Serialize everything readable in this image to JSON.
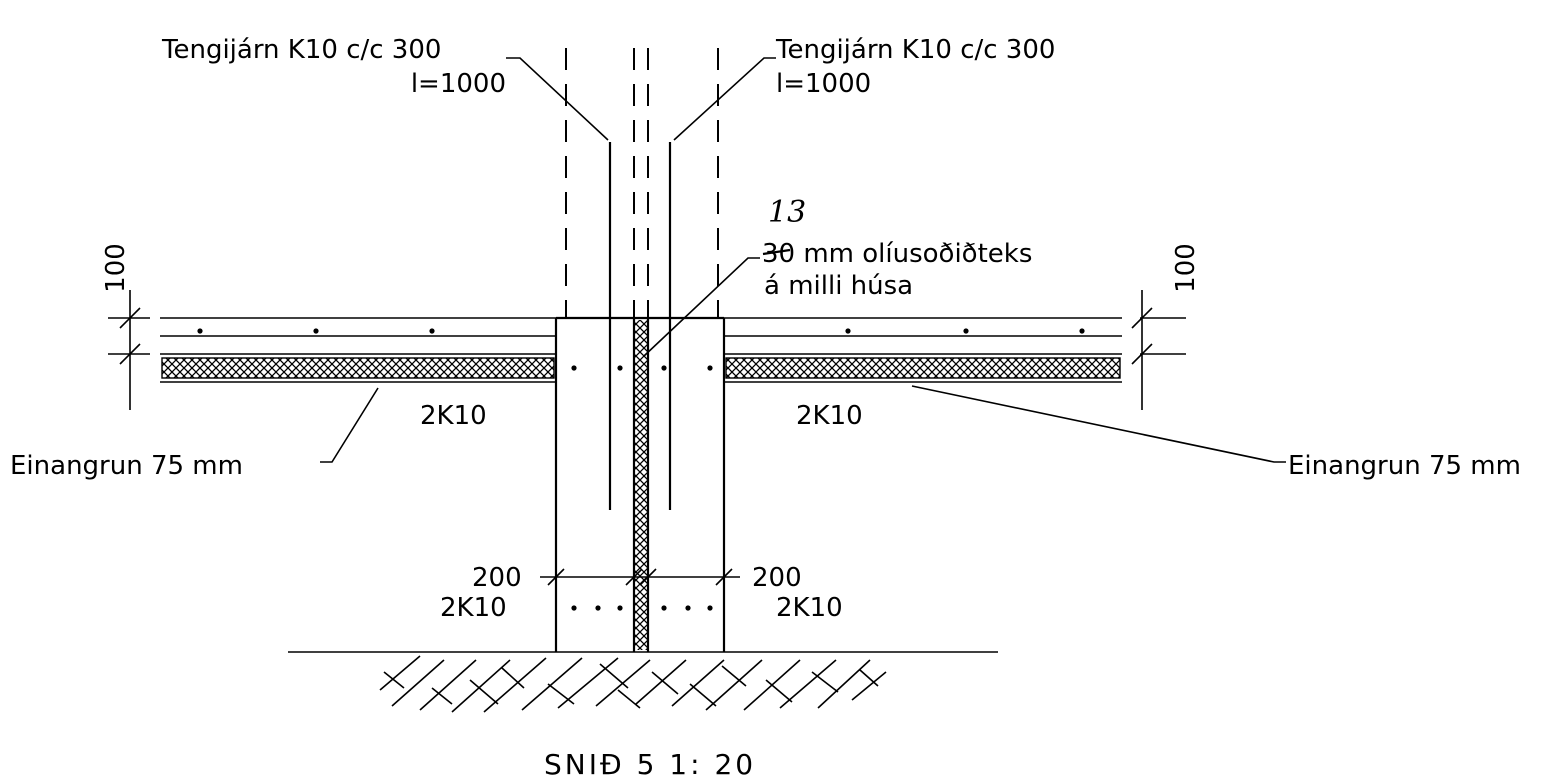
{
  "labels": {
    "rebar_left_line1": "Tengijárn K10 c/c 300",
    "rebar_left_line2": "l=1000",
    "rebar_right_line1": "Tengijárn K10 c/c 300",
    "rebar_right_line2": "l=1000",
    "handwritten_note": "13",
    "joint_line1": "30 mm olíusoðiðteks",
    "joint_line2": "á milli húsa",
    "slab_rebar_left": "2K10",
    "slab_rebar_right": "2K10",
    "insulation_left": "Einangrun 75 mm",
    "insulation_right": "Einangrun 75 mm",
    "dim_slab_left": "100",
    "dim_slab_right": "100",
    "dim_wall_left": "200",
    "dim_wall_right": "200",
    "footing_rebar_left": "2K10",
    "footing_rebar_right": "2K10",
    "section_title": "SNIÐ 5  1: 20"
  }
}
